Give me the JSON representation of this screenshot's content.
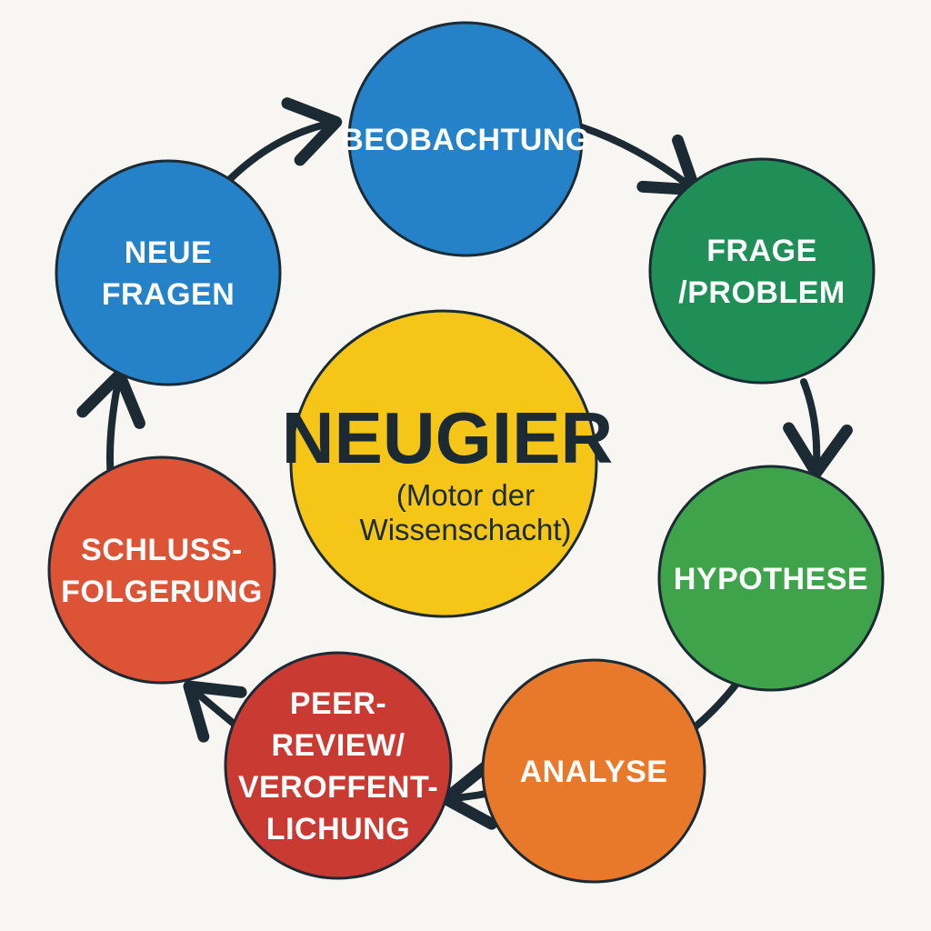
{
  "center": {
    "title": "NEUGIER",
    "subtitle_lines": [
      "(Motor der",
      "Wissenschacht)"
    ],
    "color": "#f5c518"
  },
  "outline_color": "#1b2a33",
  "arrow_color": "#1b2a33",
  "nodes": [
    {
      "id": "beobachtung",
      "lines": [
        "BEOBACHTUNG"
      ],
      "color": "#2582c8"
    },
    {
      "id": "frage-problem",
      "lines": [
        "FRAGE",
        "/PROBLEM"
      ],
      "color": "#1f8f57"
    },
    {
      "id": "hypothese",
      "lines": [
        "HYPOTHESE"
      ],
      "color": "#3ea34a"
    },
    {
      "id": "analyse",
      "lines": [
        "ANALYSE"
      ],
      "color": "#e8792a"
    },
    {
      "id": "peer-review",
      "lines": [
        "PEER-",
        "REVIEW/",
        "VEROFFENT-",
        "LICHUNG"
      ],
      "color": "#c93a32"
    },
    {
      "id": "schlussfolgerung",
      "lines": [
        "SCHLUSS-",
        "FOLGERUNG"
      ],
      "color": "#dc5336"
    },
    {
      "id": "neue-fragen",
      "lines": [
        "NEUE",
        "FRAGEN"
      ],
      "color": "#2582c8"
    }
  ],
  "cycle_order": [
    "beobachtung",
    "frage-problem",
    "hypothese",
    "analyse",
    "peer-review",
    "schlussfolgerung",
    "neue-fragen"
  ]
}
